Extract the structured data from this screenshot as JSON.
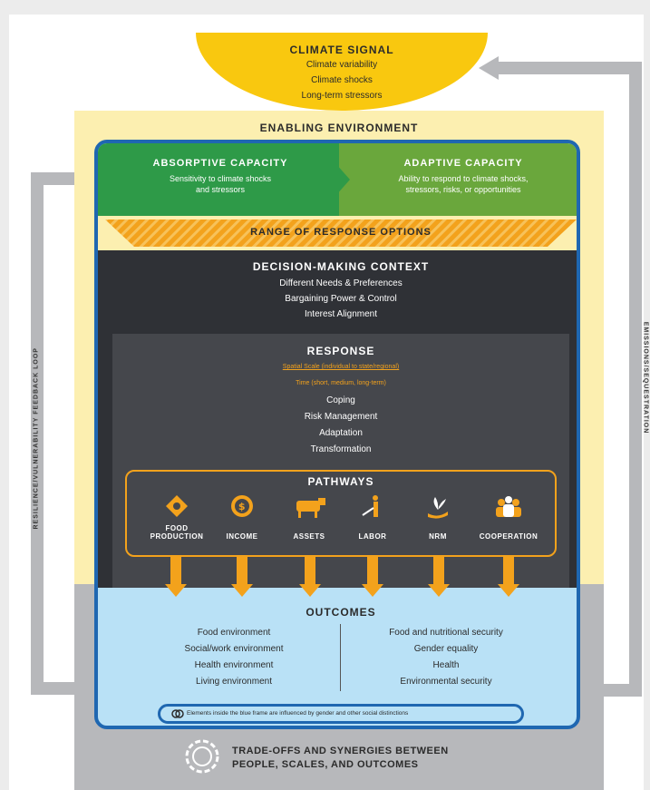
{
  "climate_signal": {
    "title": "CLIMATE SIGNAL",
    "items": [
      "Climate variability",
      "Climate shocks",
      "Long-term stressors"
    ]
  },
  "enabling_environment": {
    "title": "ENABLING ENVIRONMENT"
  },
  "absorptive_capacity": {
    "title": "ABSORPTIVE CAPACITY",
    "desc_line1": "Sensitivity to climate shocks",
    "desc_line2": "and stressors"
  },
  "adaptive_capacity": {
    "title": "ADAPTIVE CAPACITY",
    "desc_line1": "Ability to respond to climate shocks,",
    "desc_line2": "stressors, risks, or opportunities"
  },
  "range_of_response": {
    "title": "RANGE OF RESPONSE OPTIONS"
  },
  "decision_context": {
    "title": "DECISION-MAKING CONTEXT",
    "items": [
      "Different Needs & Preferences",
      "Bargaining Power & Control",
      "Interest Alignment"
    ]
  },
  "response": {
    "title": "RESPONSE",
    "spatial": "Spatial Scale (individual to state/regional)",
    "time": "Time (short, medium, long-term)",
    "items": [
      "Coping",
      "Risk Management",
      "Adaptation",
      "Transformation"
    ]
  },
  "pathways": {
    "title": "PATHWAYS",
    "items": [
      {
        "line1": "FOOD",
        "line2": "PRODUCTION",
        "icon": "food-production-icon"
      },
      {
        "line1": "",
        "line2": "INCOME",
        "icon": "income-icon"
      },
      {
        "line1": "",
        "line2": "ASSETS",
        "icon": "assets-icon"
      },
      {
        "line1": "",
        "line2": "LABOR",
        "icon": "labor-icon"
      },
      {
        "line1": "",
        "line2": "NRM",
        "icon": "nrm-icon"
      },
      {
        "line1": "",
        "line2": "COOPERATION",
        "icon": "cooperation-icon"
      }
    ]
  },
  "outcomes": {
    "title": "OUTCOMES",
    "left": [
      "Food environment",
      "Social/work environment",
      "Health environment",
      "Living environment"
    ],
    "right": [
      "Food and nutritional security",
      "Gender equality",
      "Health",
      "Environmental security"
    ]
  },
  "gender_note": "Elements inside the blue frame are influenced by gender and other social distinctions",
  "tradeoffs": {
    "line1": "TRADE-OFFS AND SYNERGIES BETWEEN",
    "line2": "PEOPLE, SCALES, AND OUTCOMES"
  },
  "left_loop_label": "RESILIENCE/VULNERABILITY FEEDBACK LOOP",
  "right_loop_label": "EMISSIONS/SEQUESTRATION",
  "colors": {
    "sun_yellow": "#f9c80f",
    "enabling_bg": "#fcefb0",
    "blue_frame": "#1f67b1",
    "green_dark": "#2e9a48",
    "green_light": "#6aa73c",
    "orange": "#f3a21c",
    "dark_gray": "#2f3136",
    "mid_gray": "#45474c",
    "light_blue": "#b9e1f6",
    "gray_bar": "#b7b8bb"
  }
}
